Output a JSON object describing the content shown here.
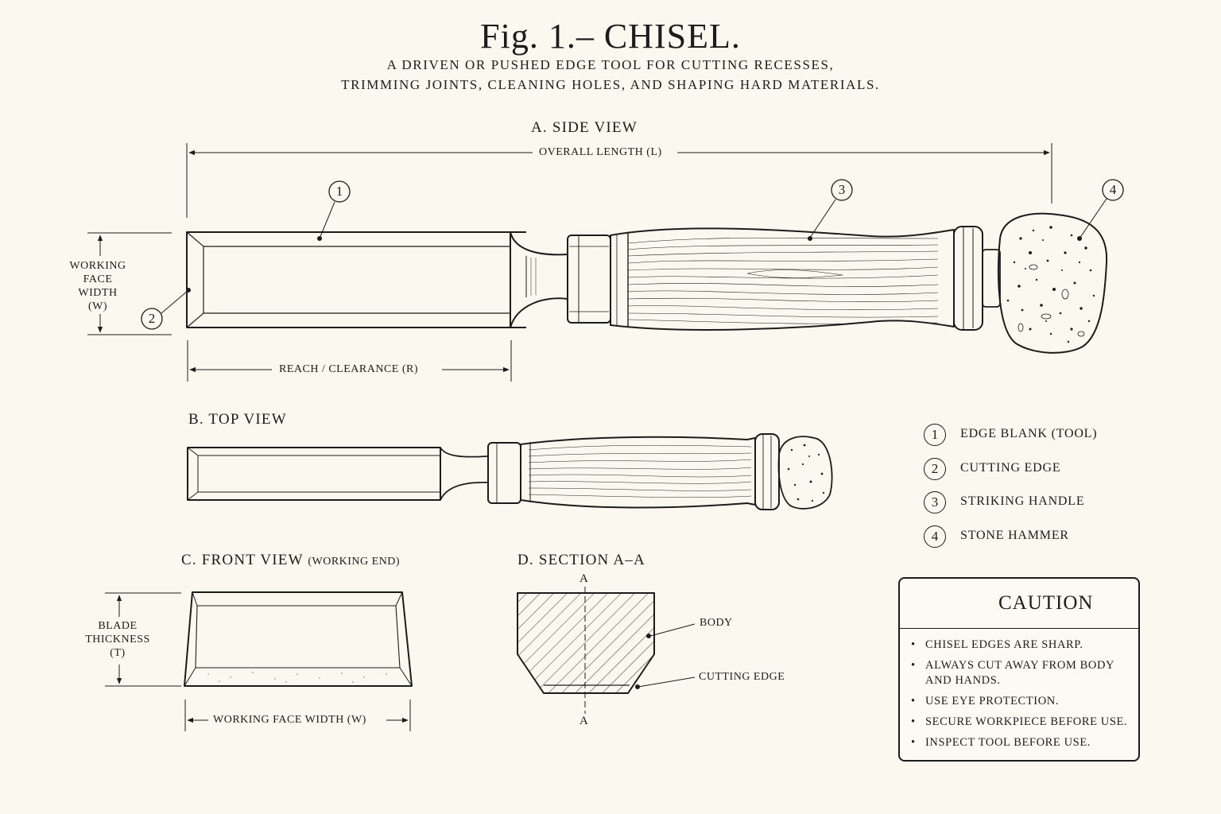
{
  "figure": {
    "title": "Fig. 1.– CHISEL.",
    "subtitle_line1": "A DRIVEN OR PUSHED EDGE TOOL FOR CUTTING RECESSES,",
    "subtitle_line2": "TRIMMING JOINTS, CLEANING HOLES, AND SHAPING HARD MATERIALS."
  },
  "views": {
    "side": {
      "title": "A. SIDE VIEW",
      "overall_length": "OVERALL LENGTH (L)",
      "working_face_width": [
        "WORKING",
        "FACE",
        "WIDTH",
        "(W)"
      ],
      "reach": "REACH / CLEARANCE (R)",
      "callouts": [
        "1",
        "2",
        "3",
        "4"
      ]
    },
    "top": {
      "title": "B. TOP VIEW"
    },
    "front": {
      "title": "C. FRONT VIEW",
      "title_note": "(WORKING END)",
      "blade_thickness": [
        "BLADE",
        "THICKNESS",
        "(T)"
      ],
      "width": "WORKING FACE WIDTH (W)"
    },
    "section": {
      "title": "D. SECTION A–A",
      "cut_top": "A",
      "cut_bottom": "A",
      "body_label": "BODY",
      "edge_label": "CUTTING EDGE"
    }
  },
  "legend": [
    {
      "num": "1",
      "label": "EDGE BLANK (TOOL)"
    },
    {
      "num": "2",
      "label": "CUTTING EDGE"
    },
    {
      "num": "3",
      "label": "STRIKING HANDLE"
    },
    {
      "num": "4",
      "label": "STONE HAMMER"
    }
  ],
  "caution": {
    "icon": "warning-triangle-icon",
    "title": "CAUTION",
    "items": [
      "CHISEL EDGES ARE SHARP.",
      "ALWAYS CUT AWAY FROM BODY AND HANDS.",
      "USE EYE PROTECTION.",
      "SECURE WORKPIECE BEFORE USE.",
      "INSPECT TOOL BEFORE USE."
    ]
  },
  "colors": {
    "paper": "#fbf8f0",
    "ink": "#1c1c1c"
  }
}
